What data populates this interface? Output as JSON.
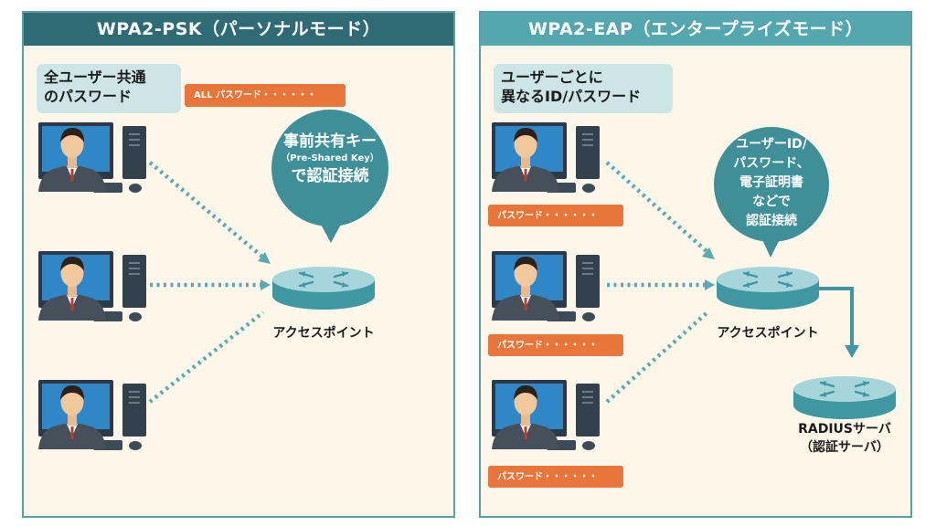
{
  "left_panel": {
    "title": "WPA2-PSK（パーソナルモード）",
    "callout_line1": "全ユーザー共通",
    "callout_line2": "のパスワード",
    "password_tag": "ALL パスワード・・・・・・",
    "bubble_line1": "事前共有キー",
    "bubble_line2": "（Pre-Shared Key）",
    "bubble_line3": "で認証接続",
    "ap_label": "アクセスポイント"
  },
  "right_panel": {
    "title": "WPA2-EAP（エンタープライズモード）",
    "callout_line1": "ユーザーごとに",
    "callout_line2": "異なるID/パスワード",
    "password_tags": [
      "パスワード・・・・・・",
      "パスワード・・・・・・",
      "パスワード・・・・・・"
    ],
    "bubble_line1": "ユーザーID/",
    "bubble_line2": "パスワード、",
    "bubble_line3": "電子証明書",
    "bubble_line4": "などで",
    "bubble_line5": "認証接続",
    "ap_label": "アクセスポイント",
    "radius_label_line1": "RADIUSサーバ",
    "radius_label_line2": "（認証サーバ）"
  },
  "colors": {
    "header_dark": "#2f6b74",
    "header_light": "#54a7ae",
    "panel_bg": "#fdf6e9",
    "callout_bg": "#cde5e6",
    "tag_orange": "#e8763a",
    "bubble_teal": "#3f8f99",
    "dotted_teal": "#5aaab4"
  }
}
